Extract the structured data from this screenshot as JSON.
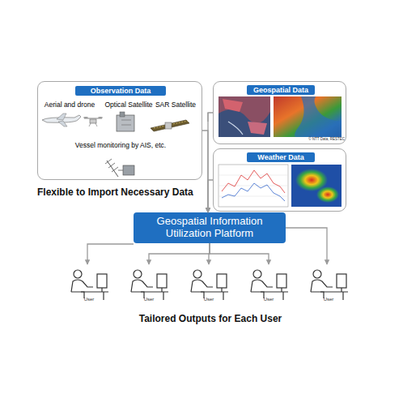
{
  "diagram": {
    "nodes": [
      {
        "text": [
          "Observation Data",
          "Aerial and drone",
          "Optical Satellite",
          "SAR Satellite",
          "Vessel monitoring by AIS, etc."
        ]
      },
      {
        "text": [
          "Geospatial Data",
          "© NTT Data, RESTEC"
        ]
      },
      {
        "text": [
          "Weather Data"
        ]
      },
      {
        "text": [
          "Geospatial Information Utilization Platform"
        ]
      },
      {
        "text": [
          "User"
        ]
      },
      {
        "text": [
          "User"
        ]
      },
      {
        "text": [
          "User"
        ]
      },
      {
        "text": [
          "User"
        ]
      },
      {
        "text": [
          "User"
        ]
      }
    ],
    "edges": [
      {
        "from": 0,
        "to": 3,
        "arrow": "to"
      },
      {
        "from": 1,
        "to": 3,
        "arrow": "to"
      },
      {
        "from": 2,
        "to": 3,
        "arrow": "to"
      },
      {
        "from": 3,
        "to": 4,
        "arrow": "to"
      },
      {
        "from": 3,
        "to": 5,
        "arrow": "to"
      },
      {
        "from": 3,
        "to": 6,
        "arrow": "to"
      },
      {
        "from": 3,
        "to": 7,
        "arrow": "to"
      },
      {
        "from": 3,
        "to": 8,
        "arrow": "to"
      }
    ],
    "labels": [
      "Flexible to Import Necessary Data",
      "Tailored Outputs for Each User"
    ]
  }
}
